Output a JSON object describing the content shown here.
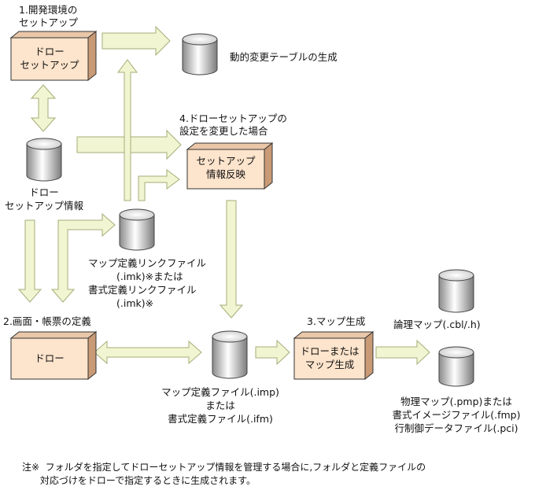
{
  "step1": {
    "line1": "1.開発環境の",
    "line2": "セットアップ"
  },
  "step2": "2.画面・帳票の定義",
  "step3": "3.マップ生成",
  "step4": {
    "line1": "4.ドローセットアップの",
    "line2": "設定を変更した場合"
  },
  "boxes": {
    "draw_setup": {
      "line1": "ドロー",
      "line2": "セットアップ"
    },
    "setup_reflect": {
      "line1": "セットアップ",
      "line2": "情報反映"
    },
    "draw": "ドロー",
    "draw_or_mapgen": {
      "line1": "ドローまたは",
      "line2": "マップ生成"
    }
  },
  "stores": {
    "dynamic_table": "動的変更テーブルの生成",
    "draw_setup_info": {
      "line1": "ドロー",
      "line2": "セットアップ情報"
    },
    "link_file": {
      "line1": "マップ定義リンクファイル",
      "line2": "(.imk)※または",
      "line3": "書式定義リンクファイル",
      "line4": "(.imk)※"
    },
    "def_file": {
      "line1": "マップ定義ファイル(.imp)",
      "line2": "または",
      "line3": "書式定義ファイル(.ifm)"
    },
    "logical_map": "論理マップ(.cbl/.h)",
    "physical_map": {
      "line1": "物理マップ(.pmp)または",
      "line2": "書式イメージファイル(.fmp)",
      "line3": "行制御データファイル(.pci)"
    }
  },
  "note": {
    "line1": "注※  フォルダを指定してドローセットアップ情報を管理する場合に,フォルダと定義ファイルの",
    "line2": "      対応づけをドローで指定するときに生成されます。"
  },
  "colors": {
    "box_fill": "#fde4cc",
    "arrow_fill": "#f2f5d2",
    "arrow_stroke": "#a4ad77"
  }
}
